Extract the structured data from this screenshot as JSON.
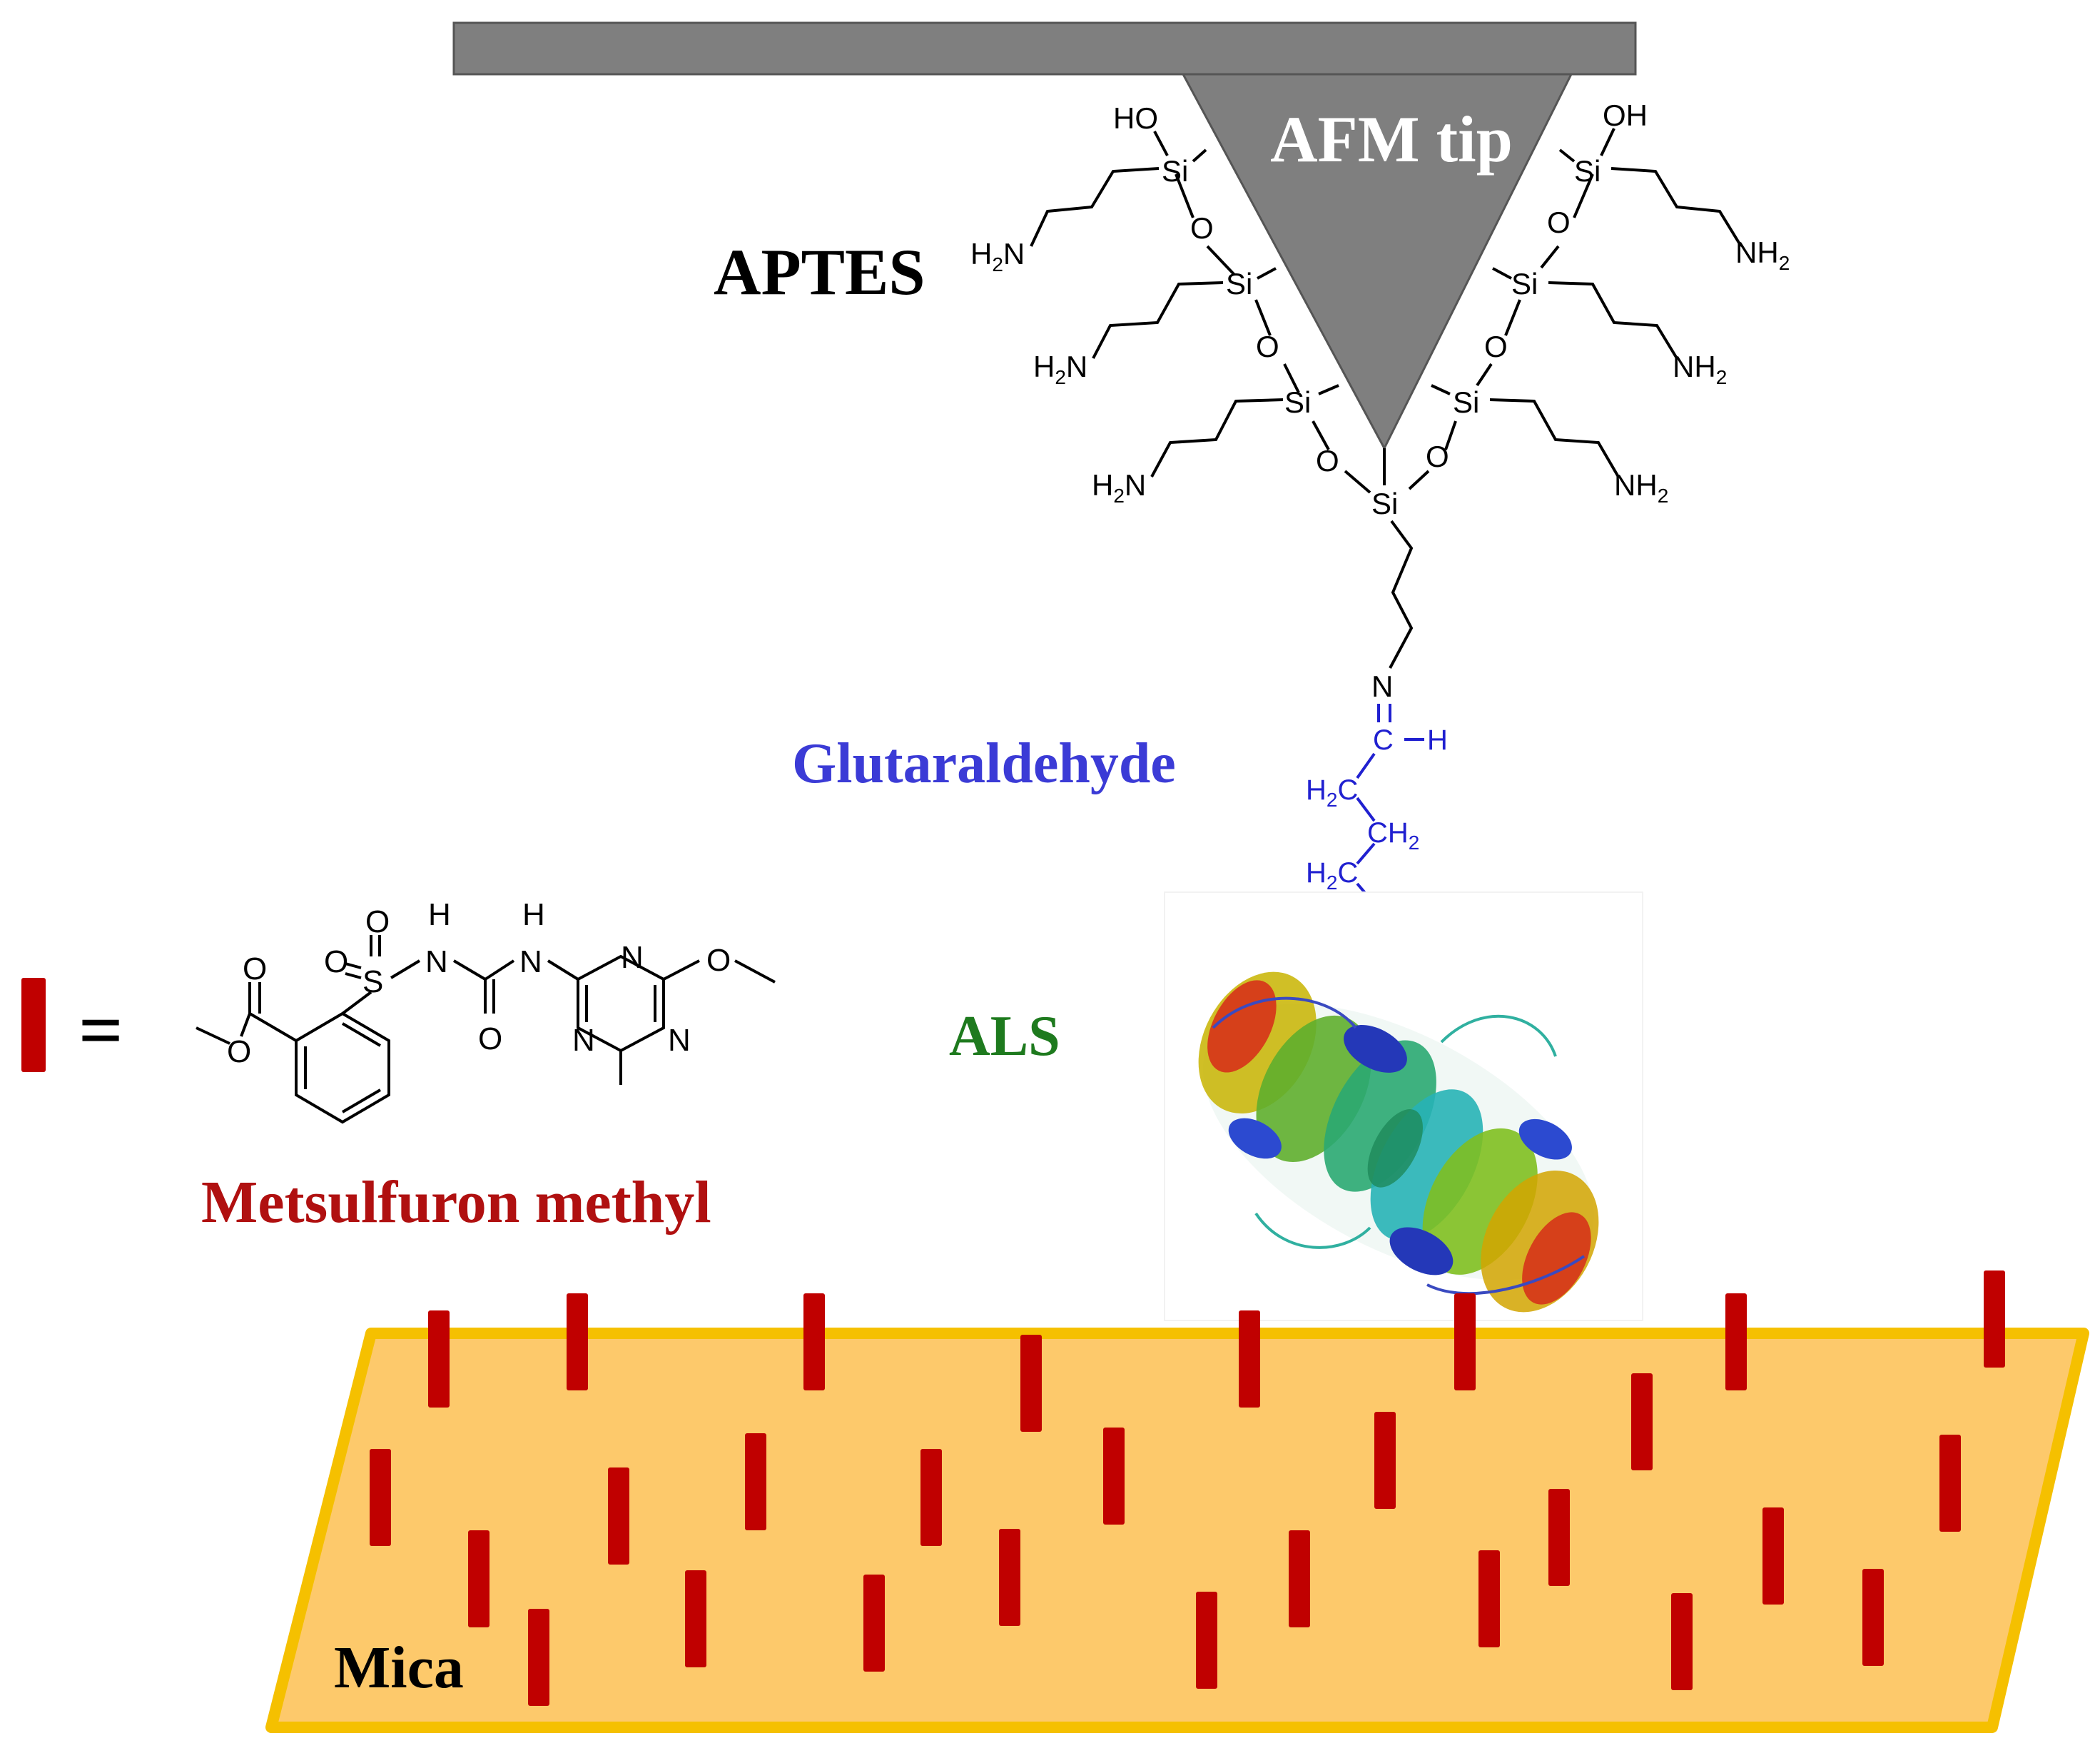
{
  "labels": {
    "afm_tip": "AFM tip",
    "aptes": "APTES",
    "glutaraldehyde": "Glutaraldehyde",
    "als": "ALS",
    "metsulfuron_methyl": "Metsulfuron methyl",
    "mica": "Mica",
    "equals": "="
  },
  "aptes_atoms": {
    "ho": "HO",
    "oh": "OH",
    "si": "Si",
    "o": "O",
    "h2n": "H2N",
    "nh2": "NH2",
    "n": "N"
  },
  "glutaraldehyde_atoms": {
    "c": "C",
    "h": "H",
    "h2c": "H2C",
    "ch2": "CH2"
  },
  "metsulfuron_atoms": {
    "o": "O",
    "s": "S",
    "n": "N",
    "h": "H"
  },
  "colors": {
    "afm_bar": "#7f7f7f",
    "afm_tip": "#7f7f7f",
    "mica_fill": "#fdc96b",
    "mica_border": "#f5c000",
    "marker": "#c00000",
    "glutaraldehyde": "#3b3bd6",
    "als": "#1e7a1e",
    "metsulfuron": "#b01010",
    "text": "#000000"
  }
}
